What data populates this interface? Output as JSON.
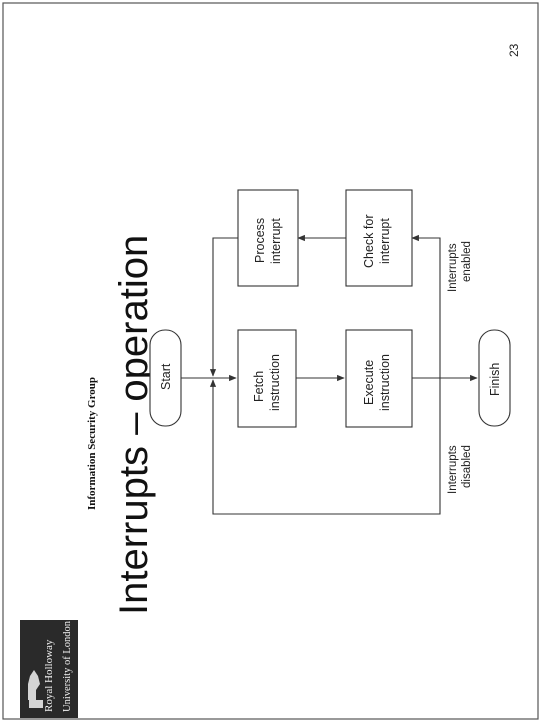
{
  "slide": {
    "title": "Interrupts – operation",
    "group_label": "Information Security Group",
    "page_number": "23",
    "logo": {
      "line1": "Royal Holloway",
      "line2": "University of London"
    }
  },
  "diagram": {
    "nodes": {
      "start": "Start",
      "fetch": [
        "Fetch",
        "instruction"
      ],
      "execute": [
        "Execute",
        "instruction"
      ],
      "finish": "Finish",
      "process": [
        "Process",
        "interrupt"
      ],
      "check": [
        "Check for",
        "interrupt"
      ]
    },
    "edge_labels": {
      "interrupts_enabled": [
        "Interrupts",
        "enabled"
      ],
      "interrupts_disabled": [
        "Interrupts",
        "disabled"
      ]
    }
  },
  "colors": {
    "logo_bg": "#2a2a2a",
    "logo_text": "#f2f2f2",
    "line": "#333333",
    "border": "#555555"
  }
}
